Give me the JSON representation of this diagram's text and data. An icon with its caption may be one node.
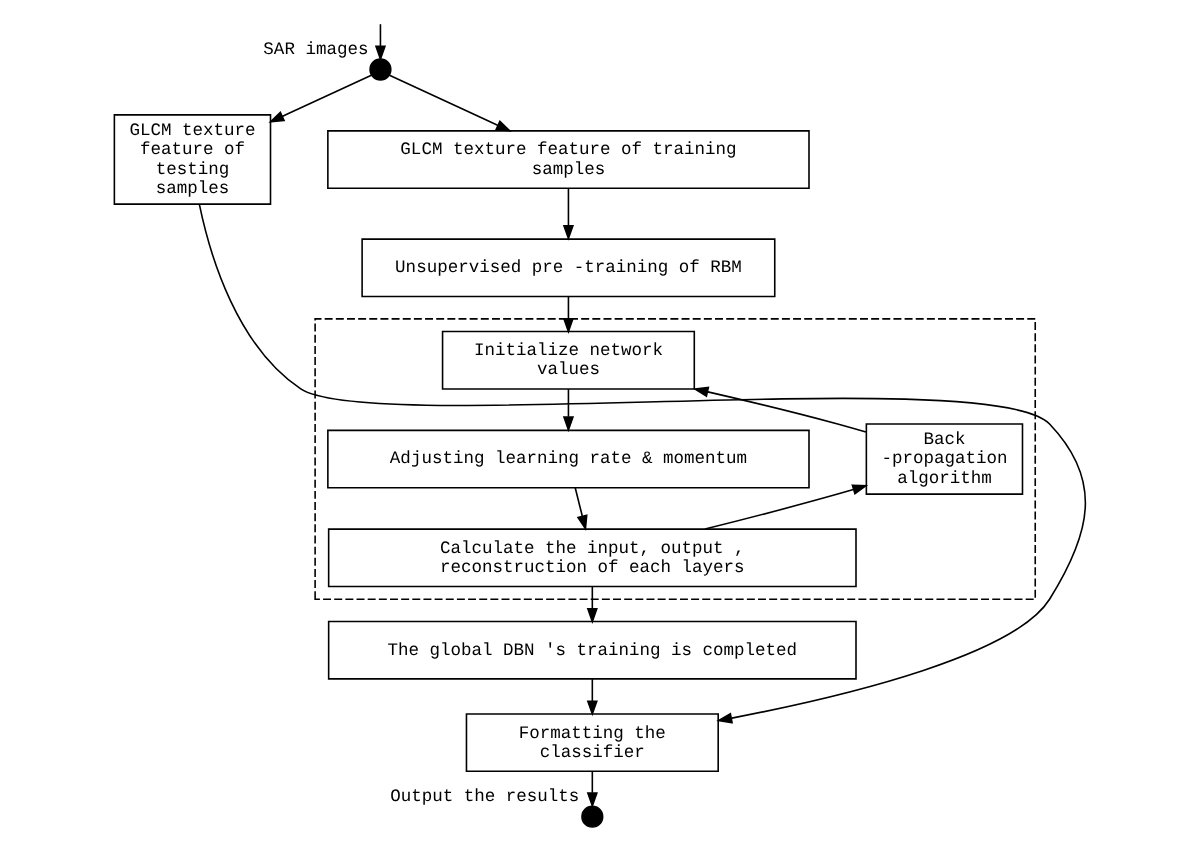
{
  "diagram": {
    "nodes": [
      {
        "text": [],
        "shape": "circle",
        "beside": [
          "SAR images"
        ]
      },
      {
        "text": [
          "GLCM texture feature of testing samples"
        ]
      },
      {
        "text": [
          "GLCM texture feature of training samples"
        ]
      },
      {
        "text": [
          "Unsupervised pre -training of RBM"
        ]
      },
      {
        "text": [],
        "shape": "box"
      },
      {
        "text": [
          "Initialize network values"
        ],
        "in": 4
      },
      {
        "text": [
          "Adjusting learning rate & momentum"
        ],
        "in": 4
      },
      {
        "text": [
          "Calculate the input, output , reconstruction of each layers"
        ],
        "in": 4
      },
      {
        "text": [
          "Back -propagation algorithm"
        ],
        "in": 4
      },
      {
        "text": [
          "The global DBN 's training is completed"
        ]
      },
      {
        "text": [
          "Formatting the classifier"
        ]
      },
      {
        "text": [],
        "shape": "circle",
        "beside": [
          "Output the results"
        ]
      }
    ],
    "edges": [
      {
        "from": null,
        "to": 0,
        "arrow": "to"
      },
      {
        "from": 0,
        "to": 1,
        "arrow": "to"
      },
      {
        "from": 0,
        "to": 2,
        "arrow": "to"
      },
      {
        "from": 2,
        "to": 3,
        "arrow": "to"
      },
      {
        "from": 3,
        "to": 5,
        "arrow": "to"
      },
      {
        "from": 5,
        "to": 6,
        "arrow": "to"
      },
      {
        "from": 6,
        "to": 7,
        "arrow": "to"
      },
      {
        "from": 7,
        "to": 9,
        "arrow": "to"
      },
      {
        "from": 7,
        "to": 8,
        "arrow": "to"
      },
      {
        "from": 8,
        "to": 5,
        "arrow": "to"
      },
      {
        "from": 1,
        "to": 10,
        "arrow": "to"
      },
      {
        "from": 9,
        "to": 10,
        "arrow": "to"
      },
      {
        "from": 10,
        "to": 11,
        "arrow": "to"
      }
    ]
  }
}
